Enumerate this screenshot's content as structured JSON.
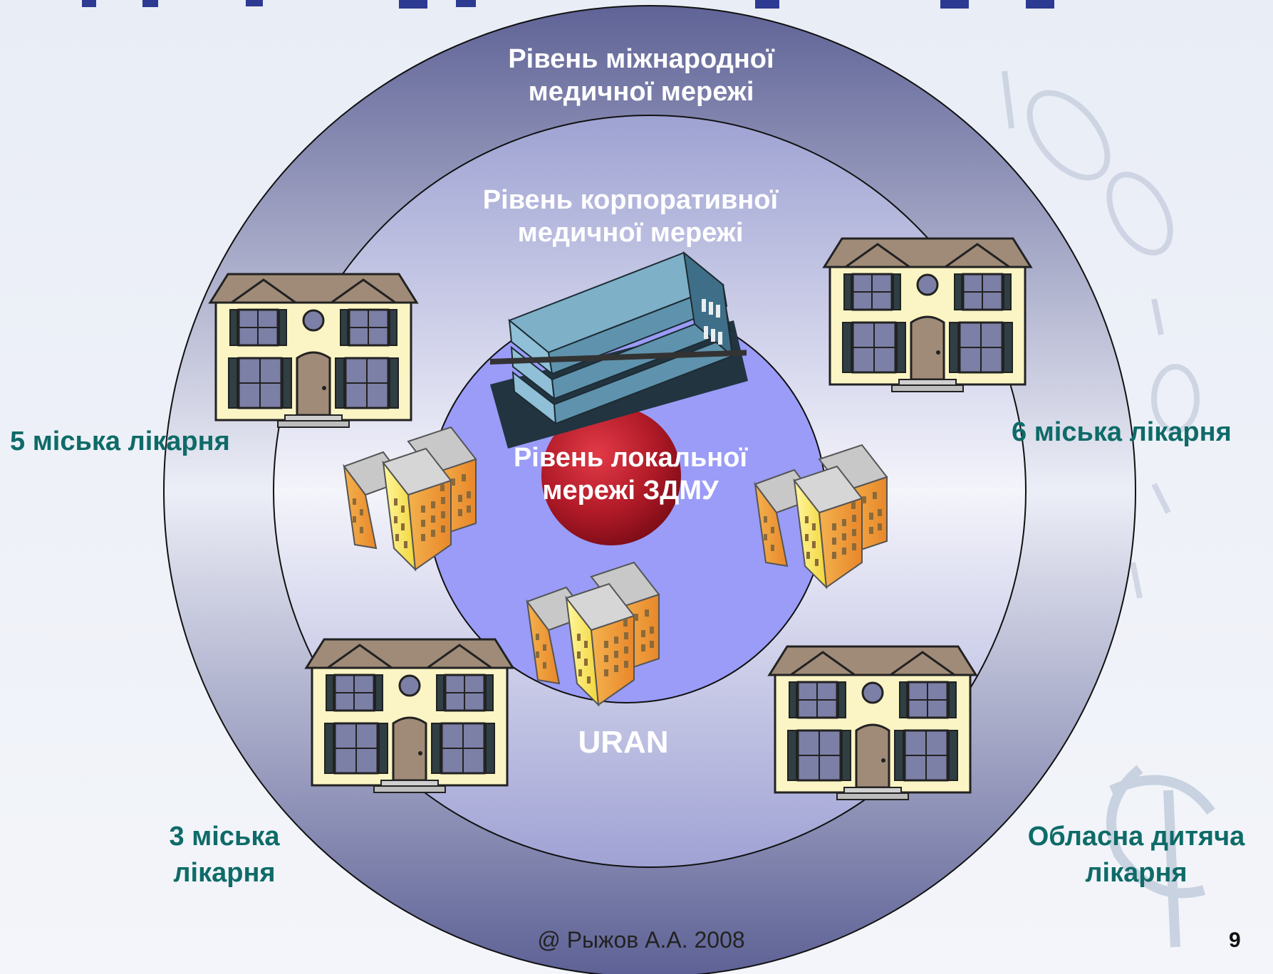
{
  "rings": {
    "international": "Рівень міжнародної медичної мережі",
    "corporate": "Рівень корпоративної медичної мережі",
    "local": "Рівень локальної мережі ЗДМУ"
  },
  "network_name": "URAN",
  "hospitals": {
    "h5": "5 міська лікарня",
    "h6": "6 міська лікарня",
    "h3": "3 міська лікарня",
    "regional_children": "Обласна дитяча лікарня"
  },
  "footer": {
    "copyright": "@ Рыжов А.А. 2008",
    "page_number": "9"
  },
  "colors": {
    "outer_ring": "#7b7fae",
    "middle_ring": "#c9cbe3",
    "inner_disc": "#9a9cf8",
    "core": "#b01a27",
    "hospital_label": "#0e6b68"
  }
}
